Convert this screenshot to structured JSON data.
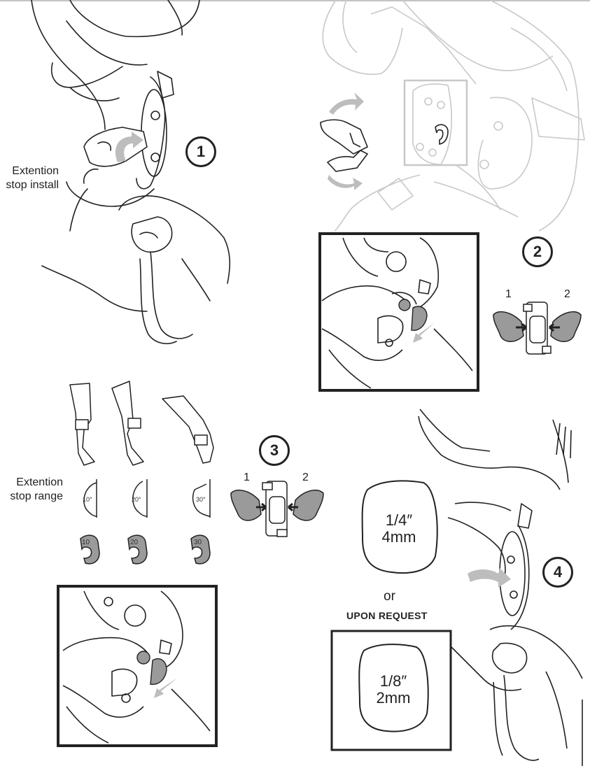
{
  "step1": {
    "number": "1",
    "caption_line1": "Extention",
    "caption_line2": "stop install"
  },
  "step2": {
    "number": "2",
    "option_1": "1",
    "option_2": "2"
  },
  "step3": {
    "number": "3",
    "caption_line1": "Extention",
    "caption_line2": "stop range",
    "option_1": "1",
    "option_2": "2",
    "angles": [
      "10°",
      "20°",
      "30°"
    ],
    "stop_labels": [
      "10",
      "20",
      "30"
    ]
  },
  "step4": {
    "number": "4",
    "pad_standard_line1": "1/4″",
    "pad_standard_line2": "4mm",
    "or_text": "or",
    "upon_request": "UPON REQUEST",
    "pad_optional_line1": "1/8″",
    "pad_optional_line2": "2mm"
  },
  "colors": {
    "line": "#222222",
    "faded_line": "#c8c8c8",
    "stop_fill": "#9a9a9a",
    "arrow_fill": "#bdbdbd"
  }
}
